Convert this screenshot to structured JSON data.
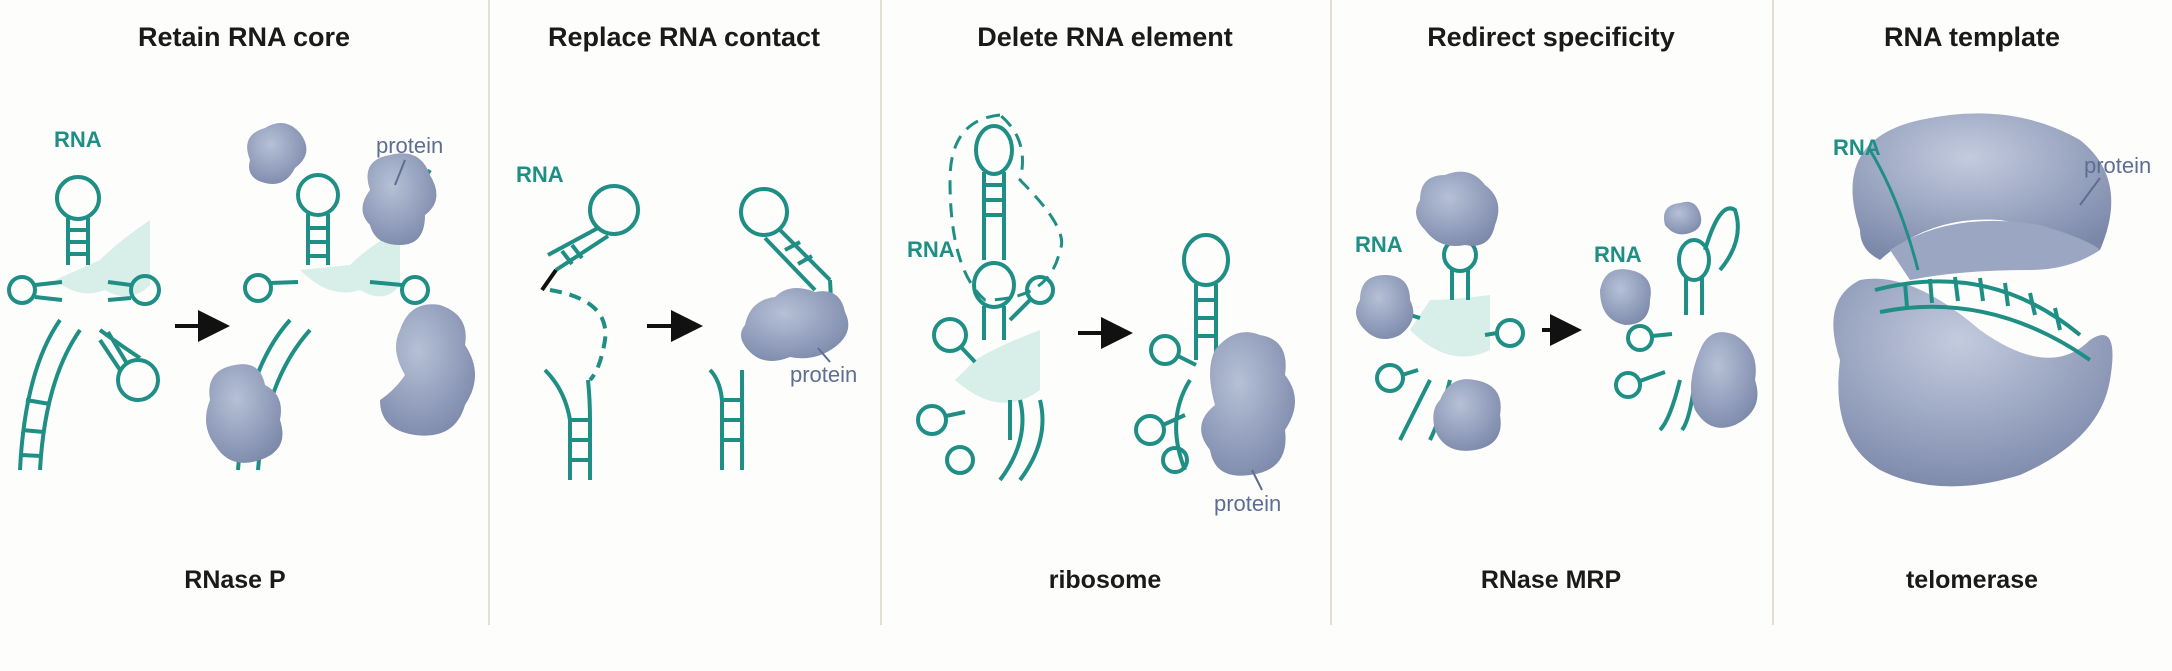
{
  "panels": [
    {
      "title": "Retain RNA core",
      "caption": "RNase P",
      "labels": {
        "rna": "RNA",
        "protein": "protein"
      }
    },
    {
      "title": "Replace RNA contact",
      "caption": "",
      "labels": {
        "rna": "RNA",
        "protein": "protein"
      }
    },
    {
      "title": "Delete RNA element",
      "caption": "ribosome",
      "labels": {
        "rna": "RNA",
        "protein": "protein"
      }
    },
    {
      "title": "Redirect specificity",
      "caption": "RNase MRP",
      "labels": {
        "rna": "RNA",
        "rna2": "RNA"
      }
    },
    {
      "title": "RNA template",
      "caption": "telomerase",
      "labels": {
        "rna": "RNA",
        "protein": "protein"
      }
    }
  ],
  "colors": {
    "rna": "#1f8f86",
    "rna_fill": "#d8efe9",
    "protein": "#8e9bb8",
    "protein_dark": "#5e6e93",
    "divider": "#e3dfd6"
  }
}
